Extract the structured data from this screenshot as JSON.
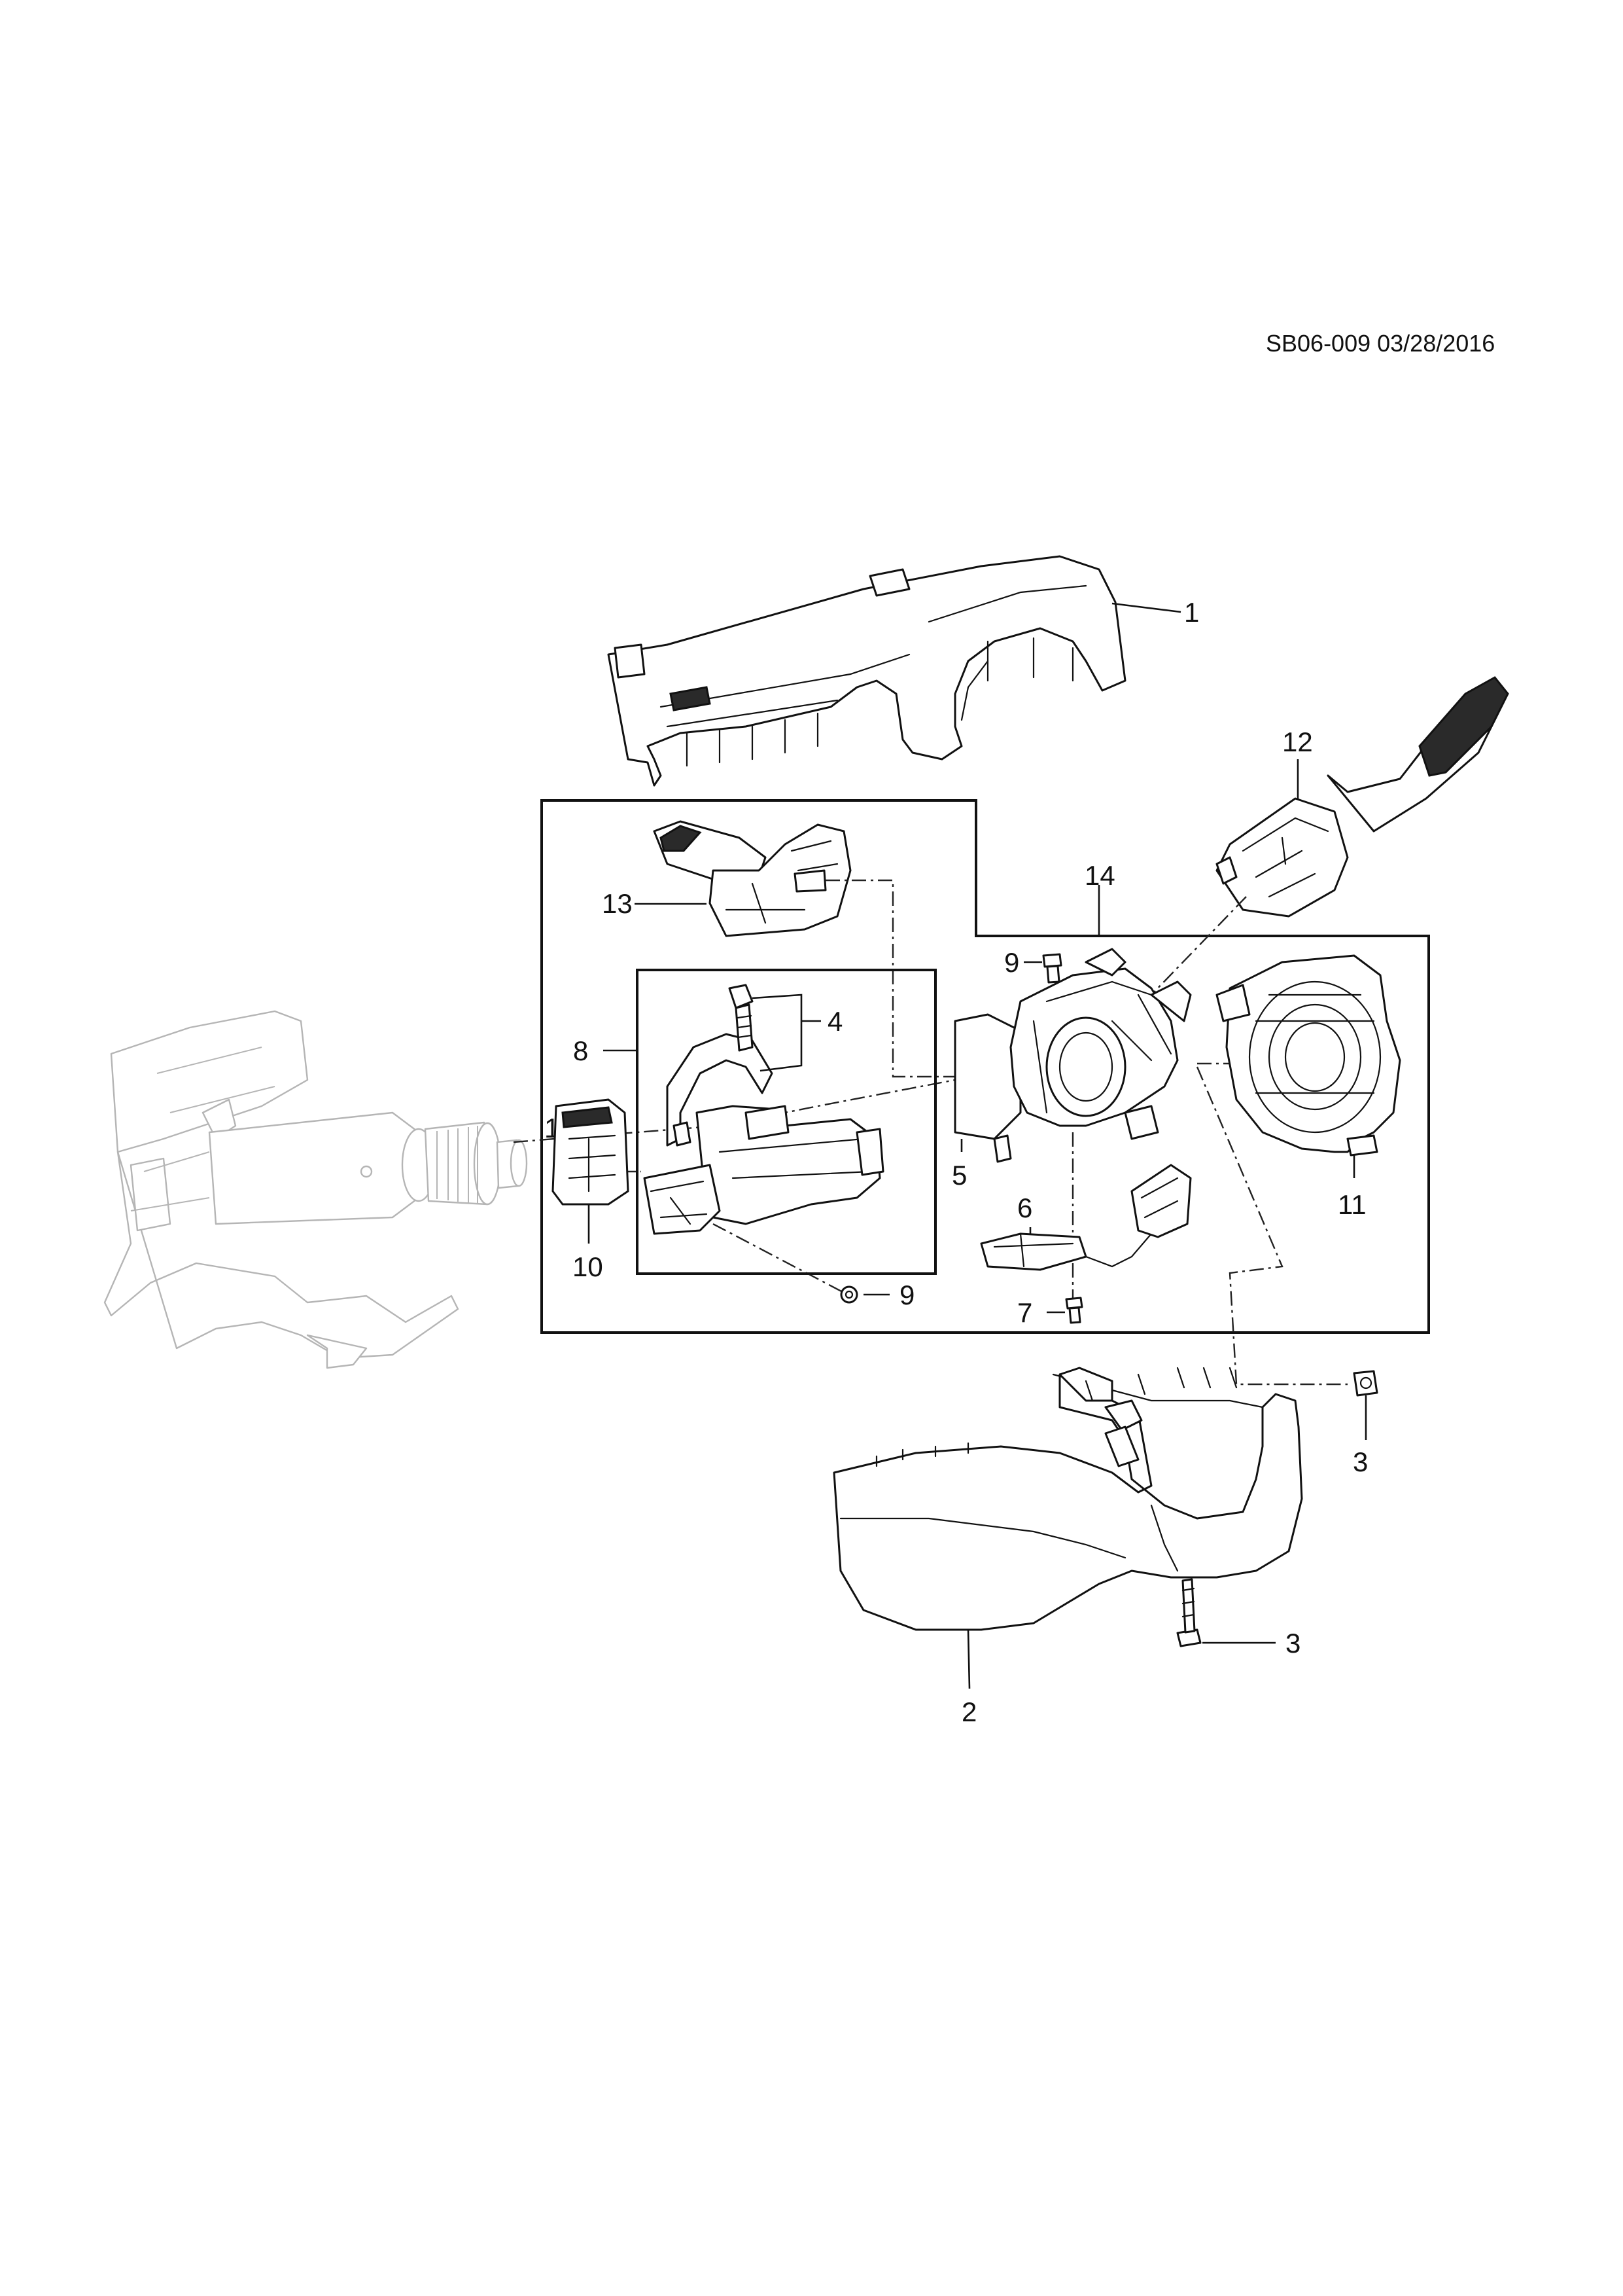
{
  "header": {
    "reference": "SB06-009  03/28/2016"
  },
  "callouts": {
    "c1": "1",
    "c2": "2",
    "c3a": "3",
    "c3b": "3",
    "c4": "4",
    "c5": "5",
    "c6": "6",
    "c7": "7",
    "c8": "8",
    "c9a": "9",
    "c9b": "9",
    "c10": "10",
    "c11": "11",
    "c12": "12",
    "c13": "13",
    "c14": "14",
    "c15": "15"
  },
  "colors": {
    "line": "#111111",
    "ghost": "#b5b5b5",
    "background": "#ffffff"
  }
}
